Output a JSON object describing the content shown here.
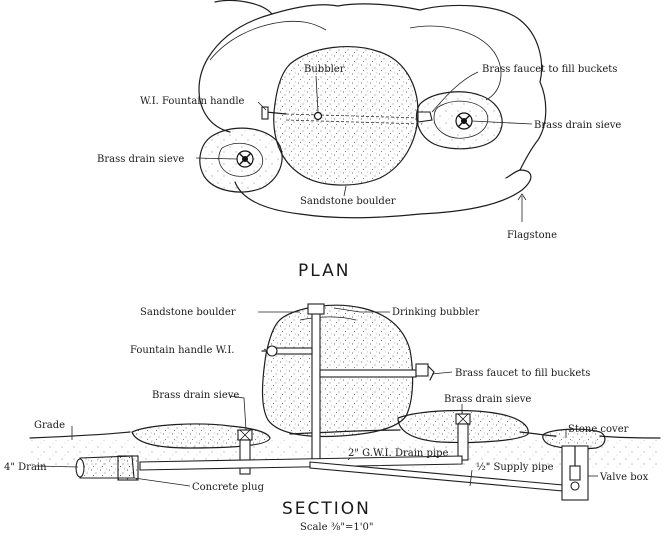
{
  "plan": {
    "title": "PLAN",
    "labels": {
      "bubbler": "Bubbler",
      "faucet": "Brass faucet to fill buckets",
      "handle": "W.I. Fountain handle",
      "drain_sieve_right": "Brass drain sieve",
      "drain_sieve_left": "Brass drain sieve",
      "boulder": "Sandstone boulder",
      "flagstone": "Flagstone"
    }
  },
  "section": {
    "title": "SECTION",
    "scale": "Scale ⅜\"=1'0\"",
    "labels": {
      "boulder": "Sandstone boulder",
      "bubbler": "Drinking bubbler",
      "handle": "Fountain handle W.I.",
      "faucet": "Brass faucet to fill buckets",
      "drain_sieve_left": "Brass drain sieve",
      "drain_sieve_right": "Brass drain sieve",
      "grade": "Grade",
      "stone_cover": "Stone cover",
      "drain_pipe": "2\" G.W.I. Drain pipe",
      "drain": "4\" Drain",
      "supply_pipe": "½\" Supply pipe",
      "valve_box": "Valve box",
      "concrete_plug": "Concrete plug"
    }
  }
}
